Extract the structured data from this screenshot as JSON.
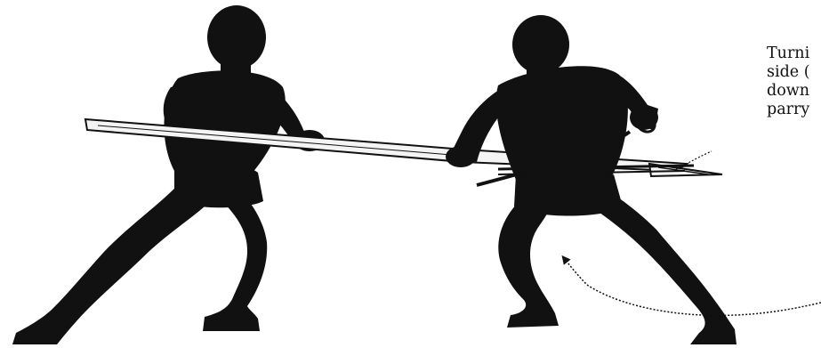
{
  "caption": {
    "lines": [
      "Turni",
      "side (",
      "down",
      "parry"
    ]
  },
  "colors": {
    "silhouette": "#111111",
    "spear_fill": "#f4f4f4",
    "background": "#ffffff"
  },
  "figures": [
    {
      "role": "attacker",
      "weapon": "spear"
    },
    {
      "role": "defender",
      "weapon": "hook-sword"
    }
  ],
  "motion_arrows": [
    {
      "meaning": "hook sword sweep"
    },
    {
      "meaning": "body turn"
    }
  ]
}
